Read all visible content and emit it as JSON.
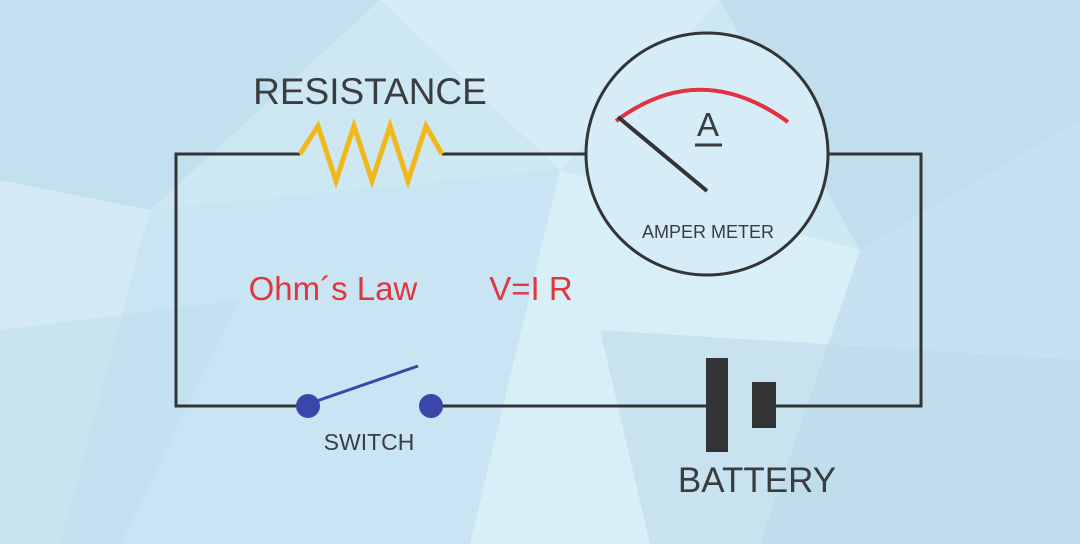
{
  "labels": {
    "resistance": "RESISTANCE",
    "meter_symbol": "A",
    "meter": "AMPER METER",
    "law_name": "Ohm´s Law",
    "formula": "V=I R",
    "switch": "SWITCH",
    "battery": "BATTERY"
  },
  "colors": {
    "background": "#cde7f3",
    "wire": "#333436",
    "resistor": "#f0b81b",
    "meter_arc": "#e3323f",
    "switch": "#3a47a8",
    "text_accent": "#e2363f",
    "text": "#3a3d40"
  }
}
